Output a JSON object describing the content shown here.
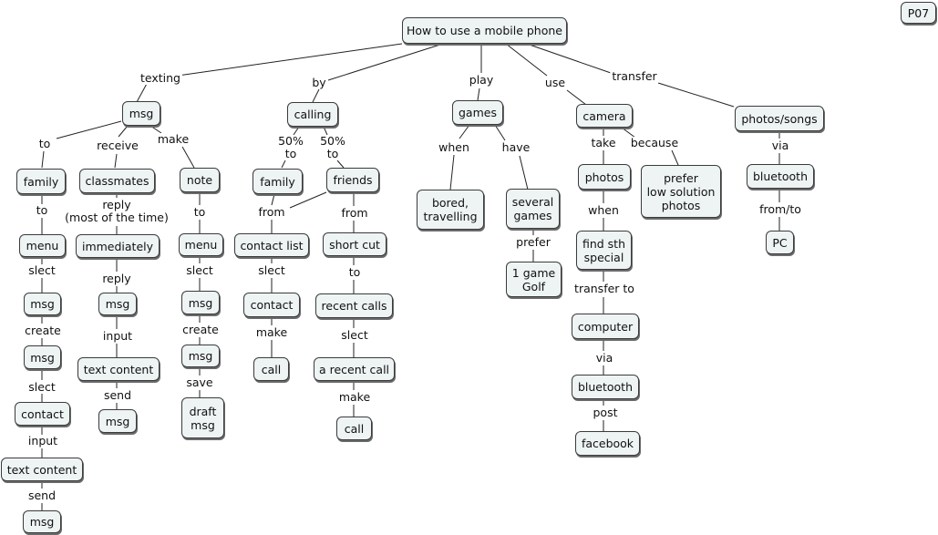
{
  "corner_tag": "P07",
  "root": "How to use a mobile phone",
  "nodes": {
    "msg_top": "msg",
    "calling": "calling",
    "games": "games",
    "camera": "camera",
    "photos_songs": "photos/songs",
    "family_a": "family",
    "classmates": "classmates",
    "note": "note",
    "family_b": "family",
    "friends": "friends",
    "bored": "bored,\ntravelling",
    "several_games": "several\ngames",
    "game_golf": "1 game\nGolf",
    "photos": "photos",
    "prefer_low": "prefer\nlow solution\nphotos",
    "find_sth": "find sth\nspecial",
    "computer": "computer",
    "bluetooth_cam": "bluetooth",
    "facebook": "facebook",
    "bluetooth_ps": "bluetooth",
    "pc": "PC",
    "menu_a": "menu",
    "msg_a1": "msg",
    "msg_a2": "msg",
    "contact_a": "contact",
    "text_content_a": "text content",
    "msg_a3": "msg",
    "immediately": "immediately",
    "msg_b1": "msg",
    "text_content_b": "text content",
    "msg_b2": "msg",
    "menu_c": "menu",
    "msg_c1": "msg",
    "msg_c2": "msg",
    "draft_msg": "draft\nmsg",
    "contact_list": "contact list",
    "contact_d": "contact",
    "call_d": "call",
    "short_cut": "short cut",
    "recent_calls": "recent calls",
    "a_recent_call": "a recent call",
    "call_e": "call"
  },
  "links": {
    "texting": "texting",
    "by": "by",
    "play": "play",
    "use": "use",
    "transfer": "transfer",
    "to_family": "to",
    "receive": "receive",
    "make_note": "make",
    "pct_family": "50%\nto",
    "pct_friends": "50%\nto",
    "when_games": "when",
    "have": "have",
    "prefer_golf": "prefer",
    "take": "take",
    "because": "because",
    "when_photos": "when",
    "transfer_to": "transfer to",
    "via_cam": "via",
    "post": "post",
    "via_ps": "via",
    "from_to": "from/to",
    "to_menu_a": "to",
    "slect_a1": "slect",
    "create_a": "create",
    "slect_a2": "slect",
    "input_a": "input",
    "send_a": "send",
    "reply_mostly": "reply\n(most of the time)",
    "reply_b": "reply",
    "input_b": "input",
    "send_b": "send",
    "to_menu_c": "to",
    "slect_c": "slect",
    "create_c": "create",
    "save_c": "save",
    "from_d": "from",
    "slect_d": "slect",
    "make_d": "make",
    "from_e": "from",
    "to_e": "to",
    "slect_e": "slect",
    "make_e": "make"
  }
}
